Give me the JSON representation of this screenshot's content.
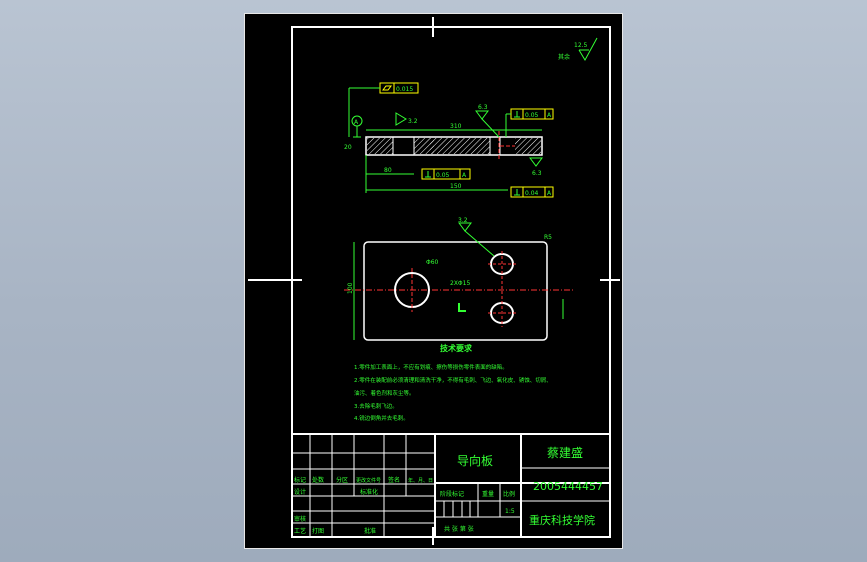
{
  "drawing": {
    "part_name": "导向板",
    "designer": "蔡建盛",
    "student_id": "2005444457",
    "school": "重庆科技学院",
    "scale": "1:5",
    "sheets_label": "共  张  第  张",
    "roughness_other": "12.5",
    "roughness_other_label": "其余"
  },
  "title_block_labels": {
    "mark": "标记",
    "count": "处数",
    "zone": "分区",
    "change_doc": "更改文件号",
    "signature": "签名",
    "date": "年、月、日",
    "design": "设计",
    "standardization": "标准化",
    "stage_mark": "阶段标记",
    "weight": "重量",
    "ratio": "比例",
    "review": "审核",
    "process": "工艺",
    "approve": "批准",
    "drafter": "打图"
  },
  "tech_requirements": {
    "title": "技术要求",
    "items": [
      "1.零件加工表面上，不应有划痕、擦伤等损伤零件表面的缺陷。",
      "2.零件在装配前必须清理和清洗干净，不得有毛刺、飞边、氧化皮、锈蚀、切屑、",
      "油污、着色剂和灰尘等。",
      "3.去除毛刺飞边。",
      "4.锐边倒角并去毛刺。"
    ]
  },
  "dimensions": {
    "flatness": "0.015",
    "length_total": "310",
    "length_a": "80",
    "length_b": "150",
    "perp_1": "0.05",
    "perp_2": "0.05",
    "parallel": "0.04",
    "datum": "A",
    "roughness_a": "3.2",
    "roughness_b": "6.3",
    "roughness_c": "6.3",
    "height": "100",
    "hole_big": "Φ60",
    "hole_small": "2XΦ15",
    "chamfer": "R5",
    "thickness_label": "20"
  },
  "colors": {
    "line": "#ffffff",
    "dim": "#33ff33",
    "hatch": "#ffffff",
    "center": "#ff3333",
    "geo_tol": "#ffff00"
  }
}
